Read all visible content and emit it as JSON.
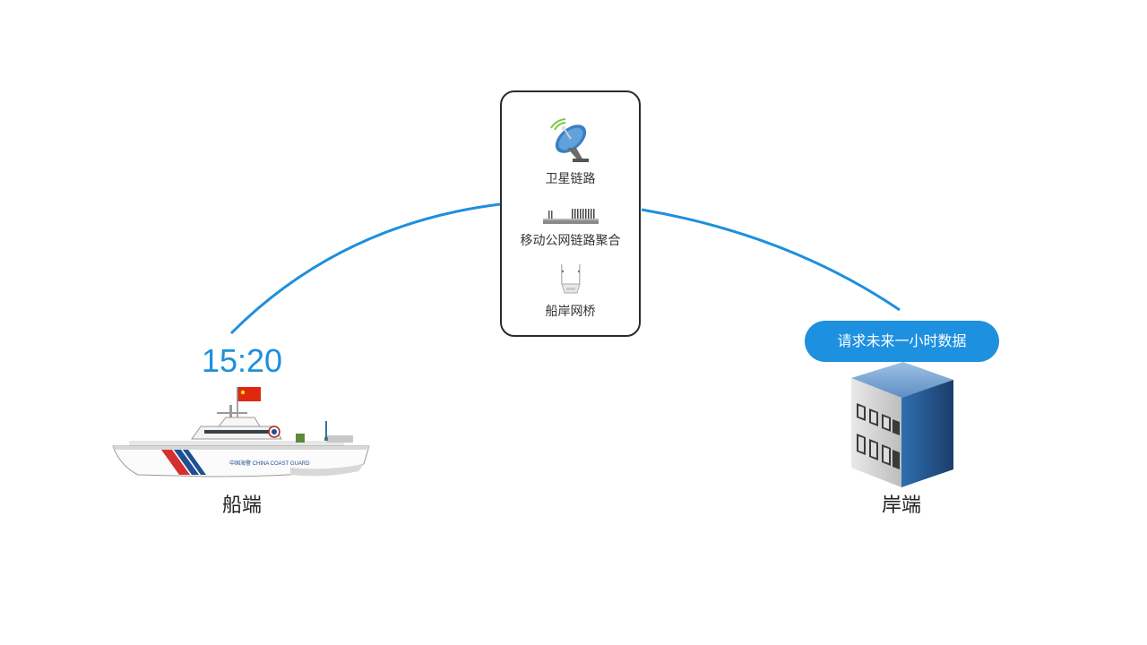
{
  "colors": {
    "accent": "#1e8fdc",
    "button": "#1e90e0",
    "box_border": "#2b2b2b"
  },
  "time": "15:20",
  "link_box": {
    "items": [
      {
        "label": "卫星链路",
        "icon": "satellite-dish-icon"
      },
      {
        "label": "移动公网链路聚合",
        "icon": "router-icon"
      },
      {
        "label": "船岸网桥",
        "icon": "network-bridge-icon"
      }
    ]
  },
  "ship": {
    "label": "船端",
    "icon": "coast-guard-ship-icon",
    "hull_text": "中国海警 CHINA COAST GUARD"
  },
  "shore": {
    "label": "岸端",
    "icon": "building-icon"
  },
  "request_button": {
    "label": "请求未来一小时数据"
  }
}
